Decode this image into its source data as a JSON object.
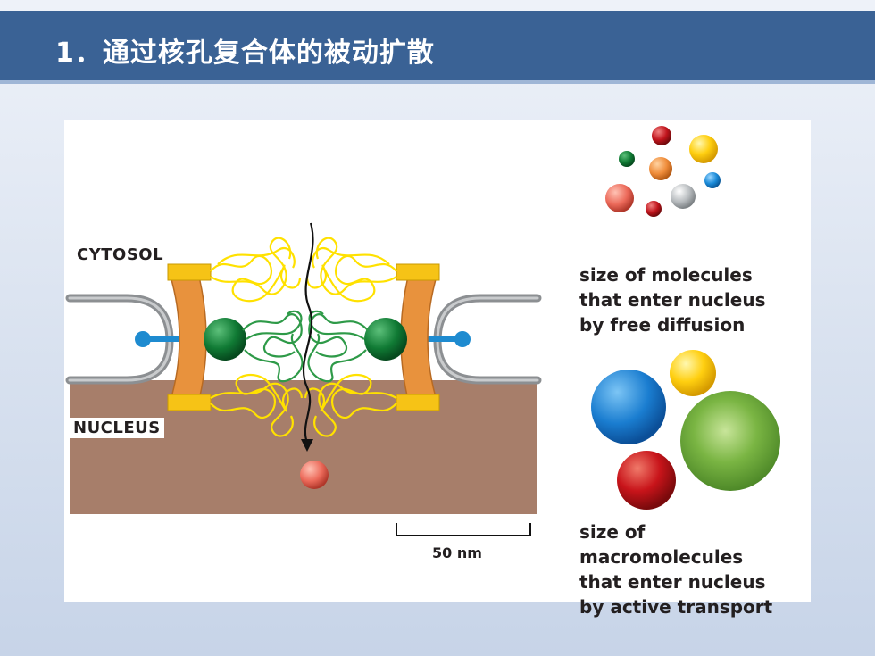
{
  "slide": {
    "title": "1．通过核孔复合体的被动扩散"
  },
  "diagram": {
    "labels": {
      "cytosol": "CYTOSOL",
      "nucleus": "NUCLEUS",
      "scale": "50 nm"
    },
    "captions": {
      "small": [
        "size of molecules",
        "that enter nucleus",
        "by free diffusion"
      ],
      "large": [
        "size of macromolecules",
        "that enter nucleus",
        "by active transport"
      ]
    },
    "colors": {
      "nucleus_fill": "#a77e6a",
      "membrane": "#8c8f92",
      "ring": "#f6c316",
      "spoke": "#e8923d",
      "green_unit": "#1f7a3c",
      "yellow_fibril": "#ffe100",
      "green_fibril": "#2e9a48",
      "anchor": "#1e8bd0",
      "molecule": "#e06a5a"
    }
  }
}
